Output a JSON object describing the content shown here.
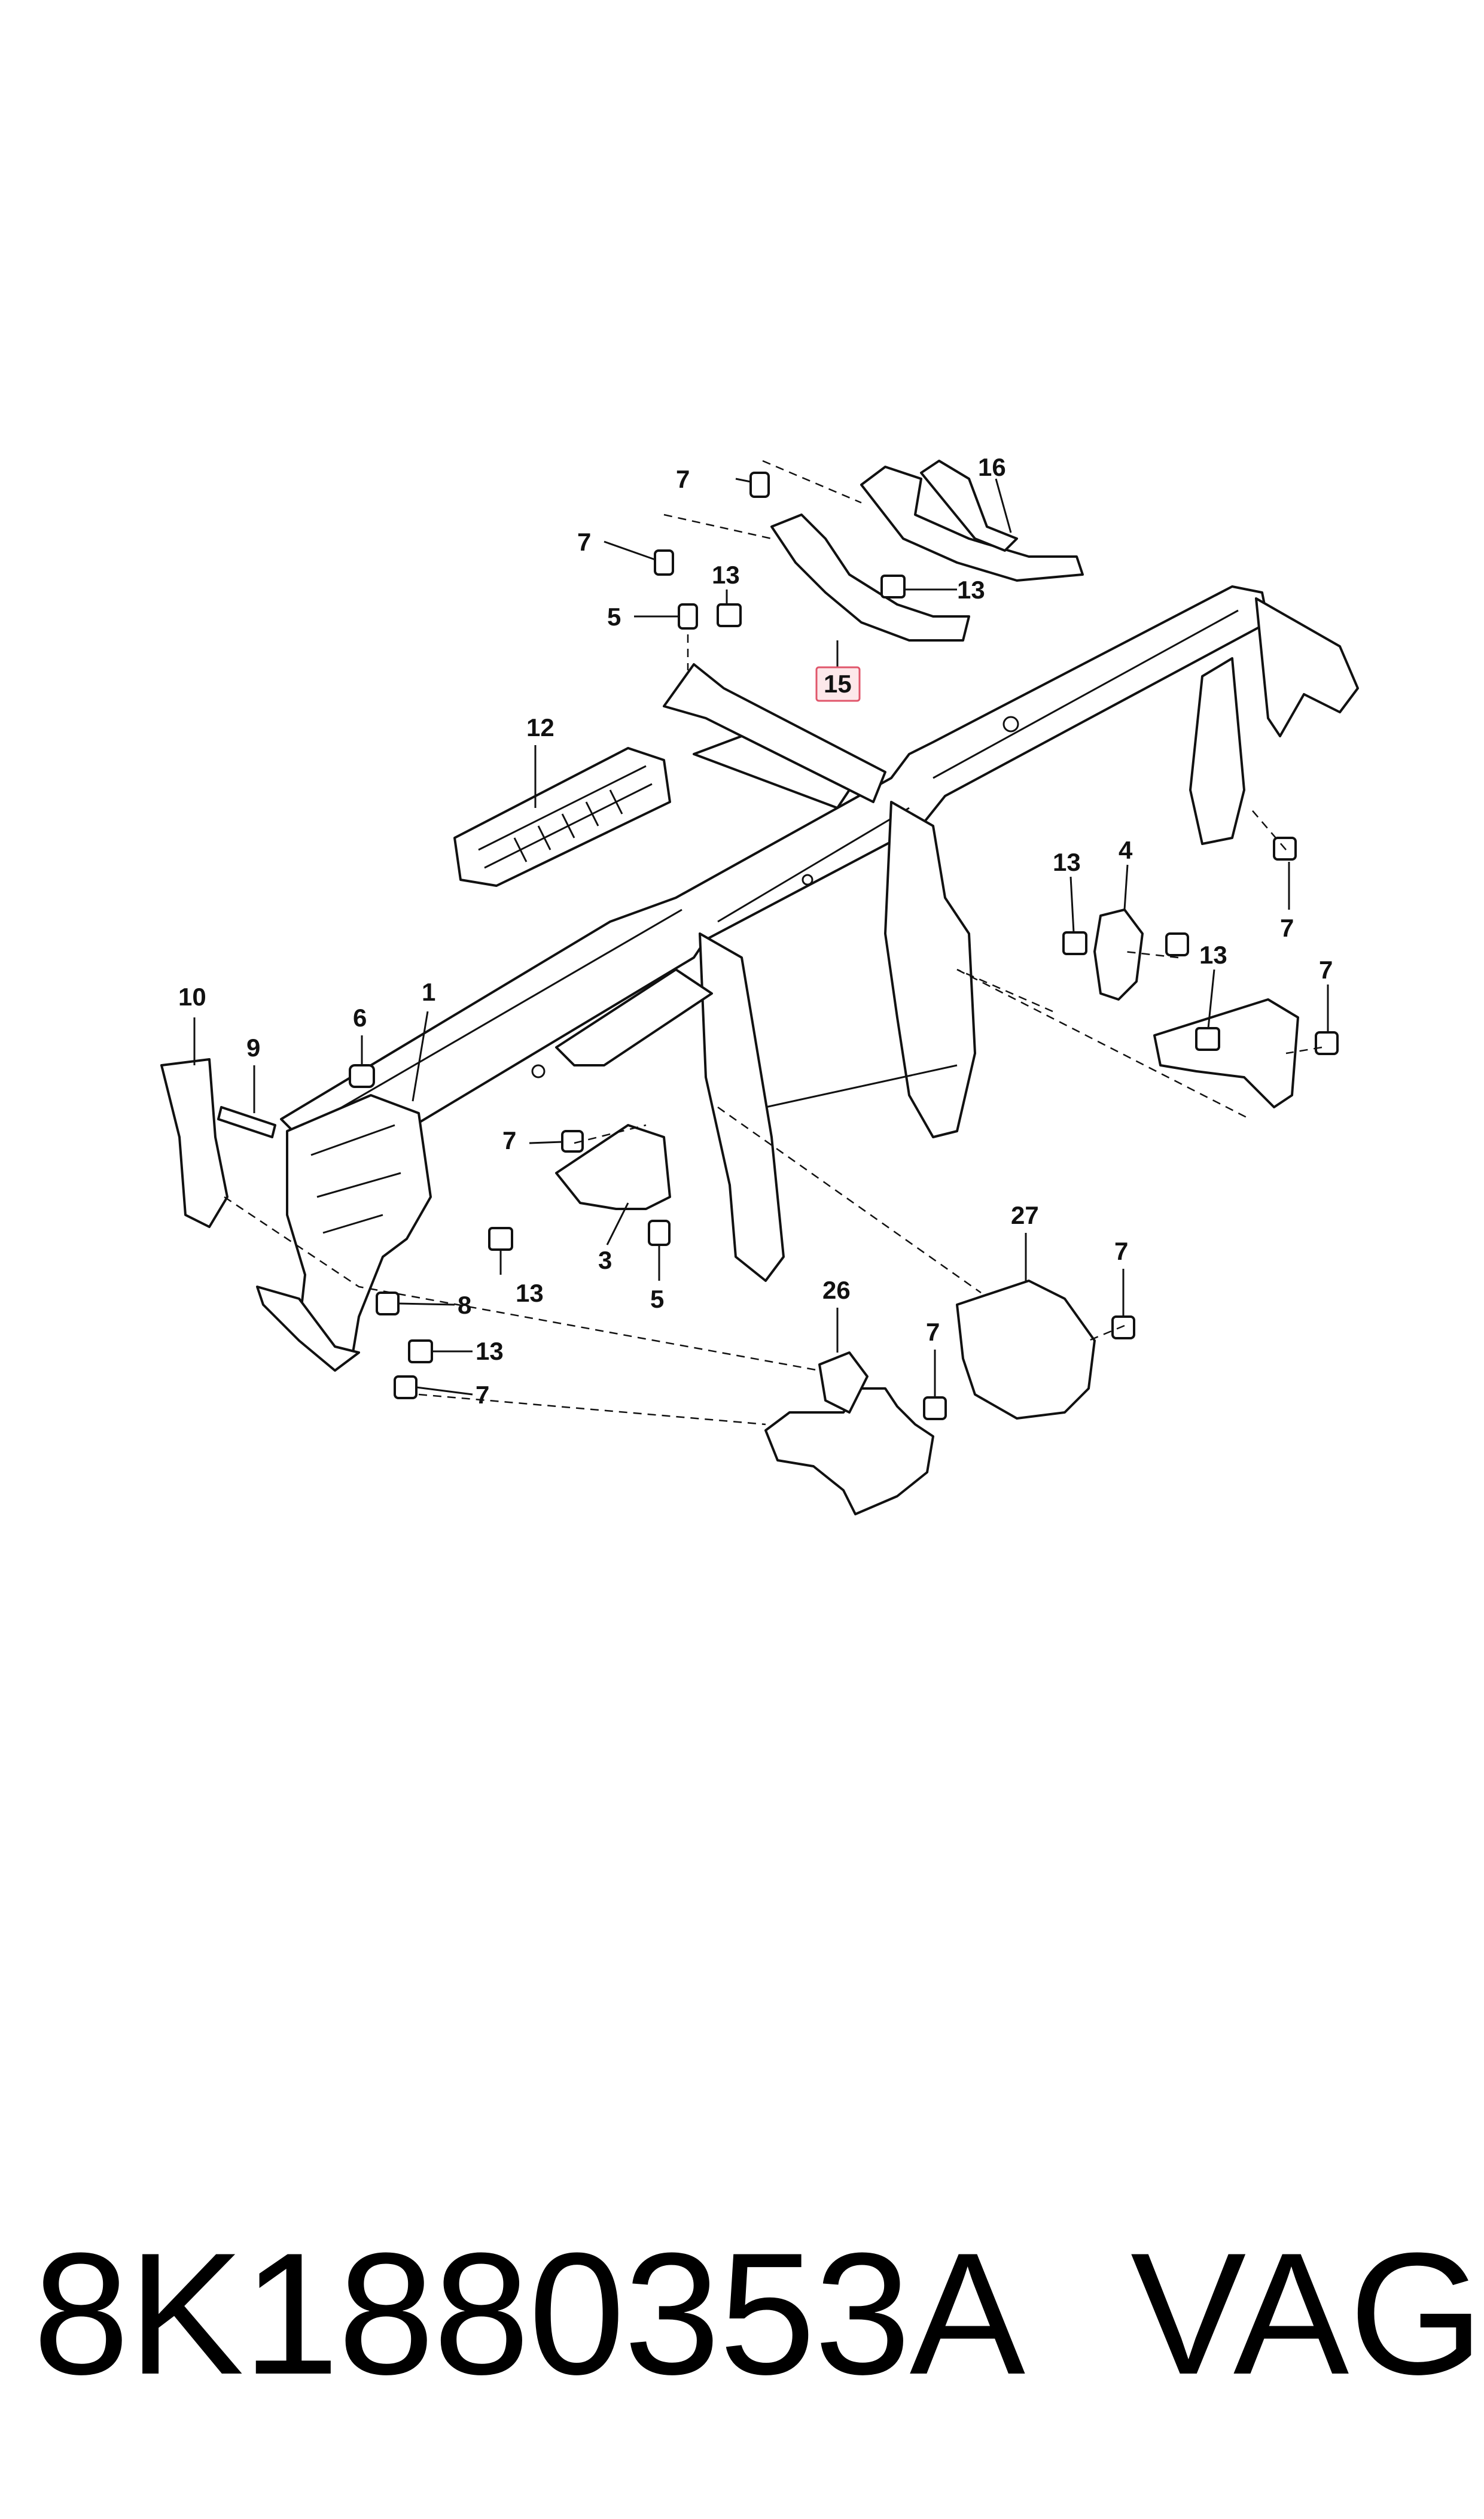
{
  "callouts": {
    "c7a": "7",
    "c16": "16",
    "c7b": "7",
    "c13a": "13",
    "c13b": "13",
    "c5a": "5",
    "c15": "15",
    "c12": "12",
    "c13c": "13",
    "c4": "4",
    "c7c": "7",
    "c13d": "13",
    "c7d": "7",
    "c10": "10",
    "c6": "6",
    "c1": "1",
    "c9": "9",
    "c7e": "7",
    "c3": "3",
    "c13e": "13",
    "c5b": "5",
    "c8": "8",
    "c13f": "13",
    "c7f": "7",
    "c26": "26",
    "c7g": "7",
    "c27": "27",
    "c7h": "7"
  },
  "highlighted_callout": "15",
  "footer": {
    "part_number": "8K1880353A",
    "brand": "VAG"
  }
}
